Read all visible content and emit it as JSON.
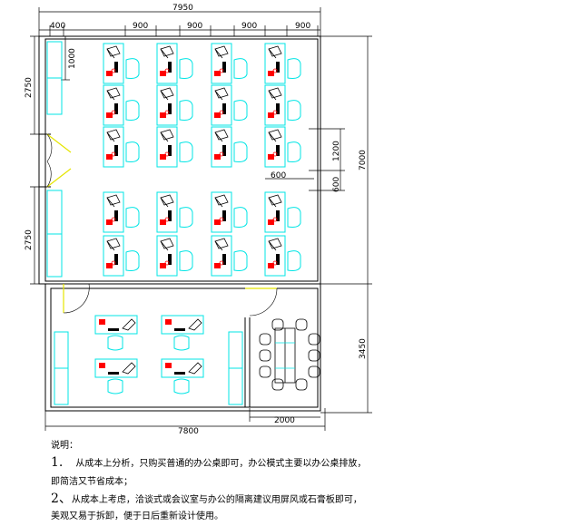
{
  "dimensions": {
    "top_total": "7950",
    "top_small": "400",
    "top_d1": "900",
    "top_d2": "900",
    "top_d3": "900",
    "top_d4": "900",
    "left_vertical_small": "1000",
    "left_upper": "2750",
    "left_lower": "2750",
    "right_total": "7000",
    "right_lower": "3450",
    "desk_height": "1200",
    "desk_width": "600",
    "desk_depth": "600",
    "bottom_total": "7800",
    "bottom_meeting": "2000"
  },
  "notes": {
    "heading": "说明：",
    "line1_num": "1.",
    "line1": "从成本上分析，只购买普通的办公桌即可，办公模式主要以办公桌排放，",
    "line2": "即简洁又节省成本；",
    "line3_num": "2、",
    "line3": "从成本上考虑，洽谈式或会议室与办公的隔离建议用屏风或石膏板即可，",
    "line4": "美观又易于拆卸，便于日后重新设计使用。"
  },
  "colors": {
    "wall": "#000000",
    "furniture": "#00e5e5",
    "equipment": "#ff0000",
    "door": "#e5e500"
  }
}
